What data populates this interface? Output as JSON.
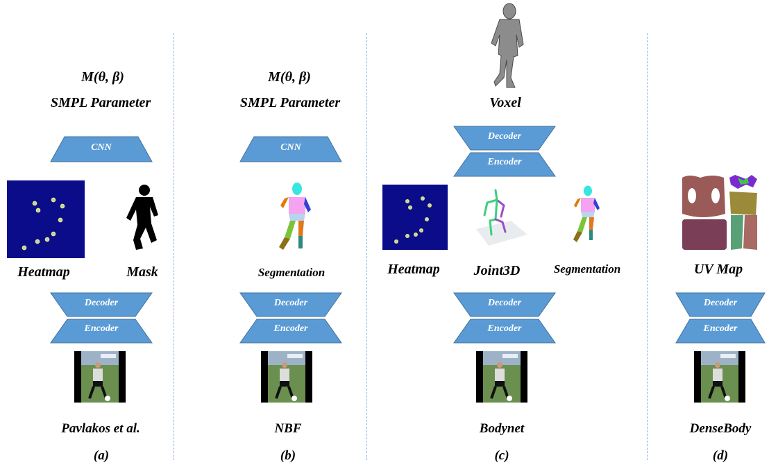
{
  "colors": {
    "block_fill": "#5b9bd5",
    "block_stroke": "#41719c",
    "heatmap_bg": "#0b0c8a",
    "divider": "#8fb4d8"
  },
  "formula": "M(θ, β)",
  "columns": [
    {
      "id": "a",
      "method": "Pavlakos et al.",
      "caption": "(a)",
      "output_label": "SMPL Parameter",
      "cnn_label": "CNN",
      "decoder_label": "Decoder",
      "encoder_label": "Encoder",
      "intermediates": [
        "Heatmap",
        "Mask"
      ]
    },
    {
      "id": "b",
      "method": "NBF",
      "caption": "(b)",
      "output_label": "SMPL Parameter",
      "cnn_label": "CNN",
      "decoder_label": "Decoder",
      "encoder_label": "Encoder",
      "intermediates": [
        "Segmentation"
      ]
    },
    {
      "id": "c",
      "method": "Bodynet",
      "caption": "(c)",
      "output_label": "Voxel",
      "top_decoder_label": "Decoder",
      "top_encoder_label": "Encoder",
      "decoder_label": "Decoder",
      "encoder_label": "Encoder",
      "intermediates": [
        "Heatmap",
        "Joint3D",
        "Segmentation"
      ]
    },
    {
      "id": "d",
      "method": "DenseBody",
      "caption": "(d)",
      "decoder_label": "Decoder",
      "encoder_label": "Encoder",
      "intermediates": [
        "UV Map"
      ]
    }
  ]
}
